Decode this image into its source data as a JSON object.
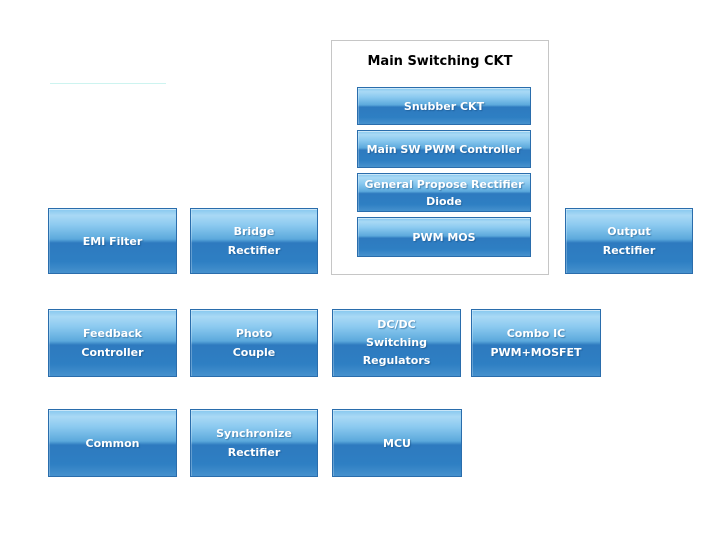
{
  "main_group": {
    "title": "Main Switching CKT",
    "items": [
      {
        "label": [
          "Snubber CKT"
        ]
      },
      {
        "label": [
          "Main SW PWM Controller"
        ]
      },
      {
        "label": [
          "General Propose Rectifier",
          "Diode"
        ]
      },
      {
        "label": [
          "PWM MOS"
        ]
      }
    ]
  },
  "blocks": [
    {
      "id": "emi-filter",
      "label": [
        "EMI Filter"
      ]
    },
    {
      "id": "bridge-rectifier",
      "label": [
        "Bridge",
        "Rectifier"
      ]
    },
    {
      "id": "output-rectifier",
      "label": [
        "Output",
        "Rectifier"
      ]
    },
    {
      "id": "feedback-controller",
      "label": [
        "Feedback",
        "Controller"
      ]
    },
    {
      "id": "photo-couple",
      "label": [
        "Photo",
        "Couple"
      ]
    },
    {
      "id": "dcdc-switching-regulators",
      "label": [
        "DC/DC",
        "Switching",
        "Regulators"
      ]
    },
    {
      "id": "combo-ic-pwm-mosfet",
      "label": [
        "Combo IC",
        "PWM+MOSFET"
      ]
    },
    {
      "id": "common",
      "label": [
        "Common"
      ]
    },
    {
      "id": "synchronize-rectifier",
      "label": [
        "Synchronize",
        "Rectifier"
      ]
    },
    {
      "id": "mcu",
      "label": [
        "MCU"
      ]
    }
  ],
  "colors": {
    "button_border": "#2a6dac",
    "button_gradient_top": "#85c7ee",
    "button_gradient_highlight": "#a9d9f5",
    "button_gradient_mid_upper": "#5ca9dc",
    "button_gradient_mid_lower": "#2e7abf",
    "button_gradient_bottom": "#4691cd",
    "button_text": "#ffffff",
    "group_border": "#c6c6c6",
    "group_title_text": "#000000",
    "faint_line": "#cdf4f0",
    "background": "#ffffff"
  }
}
